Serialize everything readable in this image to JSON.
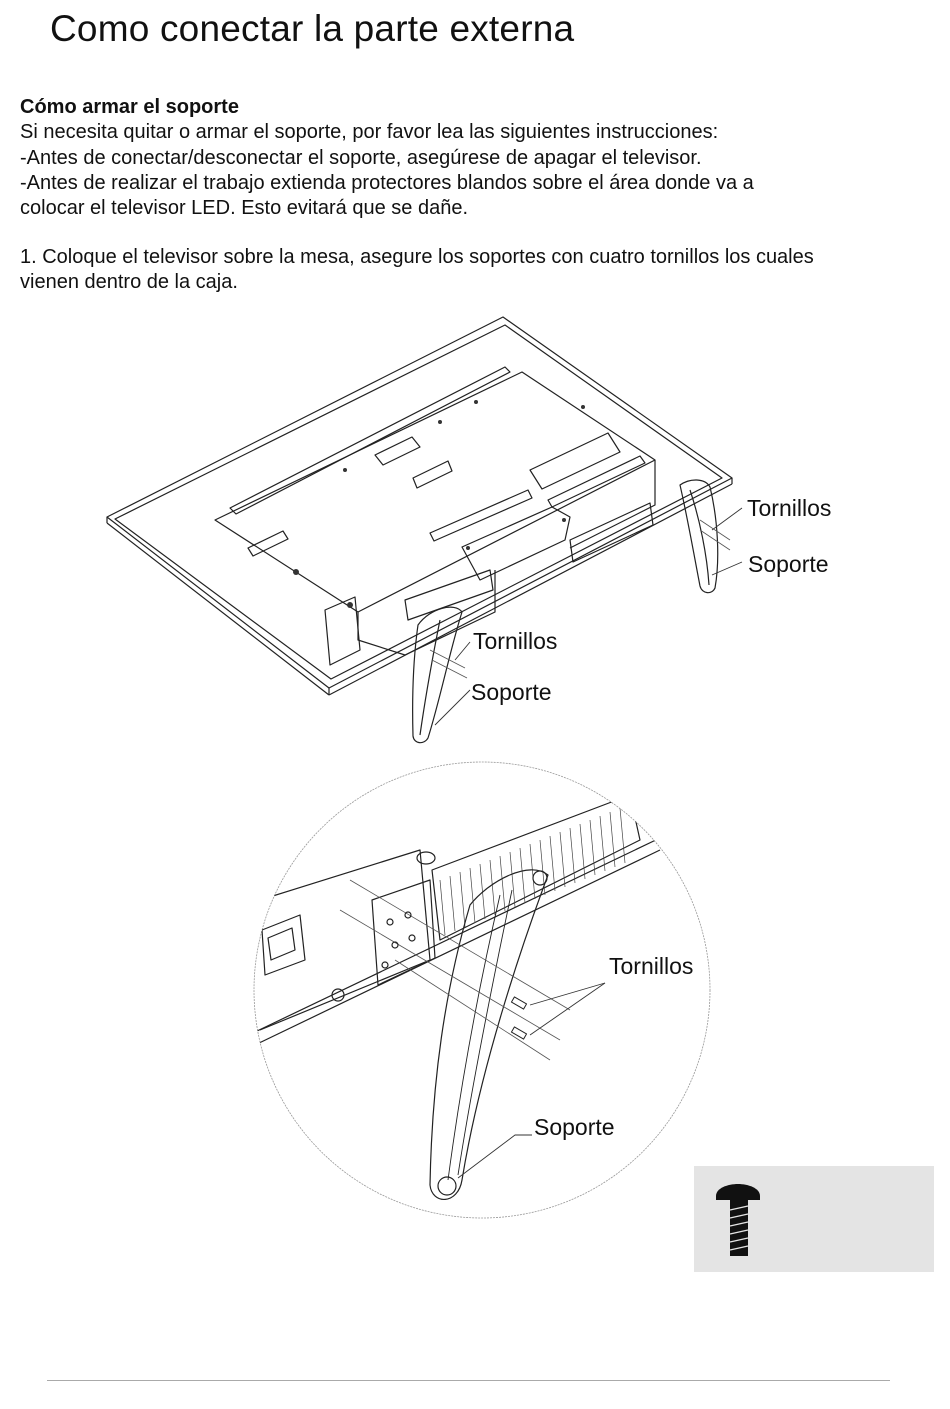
{
  "page": {
    "title": "Como conectar la parte externa"
  },
  "section": {
    "heading": "Cómo armar el soporte",
    "lines": [
      "Si necesita quitar o armar el soporte, por favor lea las siguientes instrucciones:",
      "-Antes de conectar/desconectar el soporte, asegúrese de apagar el televisor.",
      "-Antes de realizar el trabajo extienda  protectores blandos sobre el área donde va a",
      "colocar el televisor LED.  Esto evitará que se dañe."
    ]
  },
  "step1": {
    "lines": [
      "1. Coloque el televisor sobre la mesa, asegure los soportes con cuatro tornillos los cuales",
      "vienen dentro de la caja."
    ]
  },
  "figure_top": {
    "label_screws_right": "Tornillos",
    "label_stand_right": "Soporte",
    "label_screws_left": "Tornillos",
    "label_stand_left": "Soporte"
  },
  "figure_detail": {
    "label_screws": "Tornillos",
    "label_stand": "Soporte"
  },
  "icons": [
    "tv-back-illustration",
    "stand-detail-illustration",
    "screw-icon"
  ]
}
